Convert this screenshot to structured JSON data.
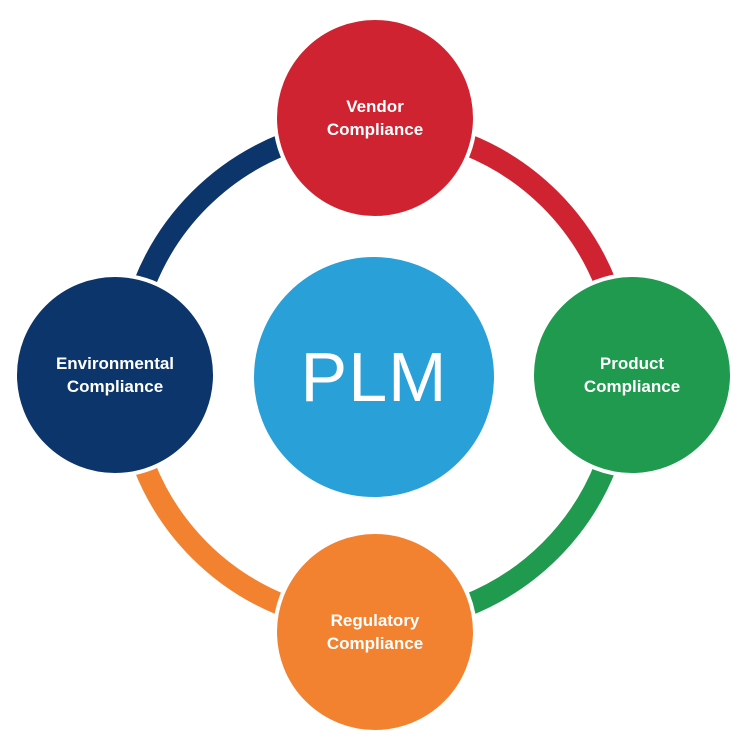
{
  "center": {
    "label": "PLM",
    "color": "#2aa0d8"
  },
  "nodes": [
    {
      "id": "vendor",
      "line1": "Vendor",
      "line2": "Compliance",
      "color": "#cf2332"
    },
    {
      "id": "product",
      "line1": "Product",
      "line2": "Compliance",
      "color": "#1f9a4e"
    },
    {
      "id": "regulatory",
      "line1": "Regulatory",
      "line2": "Compliance",
      "color": "#f28230"
    },
    {
      "id": "environmental",
      "line1": "Environmental",
      "line2": "Compliance",
      "color": "#0c356b"
    }
  ],
  "ring_segments": [
    {
      "from": "vendor",
      "to": "product",
      "color": "#cf2332"
    },
    {
      "from": "product",
      "to": "regulatory",
      "color": "#1f9a4e"
    },
    {
      "from": "regulatory",
      "to": "environmental",
      "color": "#f28230"
    },
    {
      "from": "environmental",
      "to": "vendor",
      "color": "#0c356b"
    }
  ]
}
